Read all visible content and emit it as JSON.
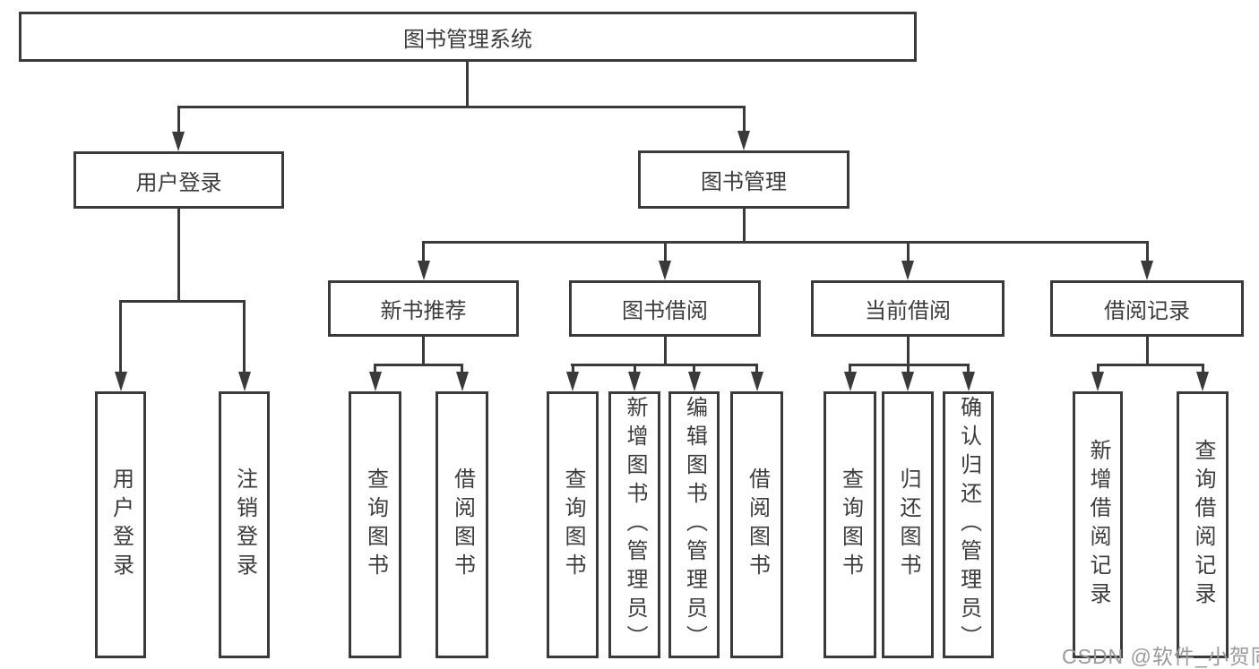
{
  "tree": {
    "root": {
      "label": "图书管理系统"
    },
    "level1": [
      {
        "label": "用户登录"
      },
      {
        "label": "图书管理"
      }
    ],
    "level2": [
      {
        "label": "新书推荐",
        "parent": "图书管理"
      },
      {
        "label": "图书借阅",
        "parent": "图书管理"
      },
      {
        "label": "当前借阅",
        "parent": "图书管理"
      },
      {
        "label": "借阅记录",
        "parent": "图书管理"
      }
    ],
    "leaves": [
      {
        "label": "用户登录",
        "parent": "用户登录"
      },
      {
        "label": "注销登录",
        "parent": "用户登录"
      },
      {
        "label": "查询图书",
        "parent": "新书推荐"
      },
      {
        "label": "借阅图书",
        "parent": "新书推荐"
      },
      {
        "label": "查询图书",
        "parent": "图书借阅"
      },
      {
        "label": "新增图书（管理员）",
        "parent": "图书借阅"
      },
      {
        "label": "编辑图书（管理员）",
        "parent": "图书借阅"
      },
      {
        "label": "借阅图书",
        "parent": "图书借阅"
      },
      {
        "label": "查询图书",
        "parent": "当前借阅"
      },
      {
        "label": "归还图书",
        "parent": "当前借阅"
      },
      {
        "label": "确认归还（管理员）",
        "parent": "当前借阅"
      },
      {
        "label": "新增借阅记录",
        "parent": "借阅记录"
      },
      {
        "label": "查询借阅记录",
        "parent": "借阅记录"
      }
    ]
  },
  "watermark": {
    "text": "CSDN @软件_小贺同学"
  },
  "colors": {
    "line": "#3a3a3a",
    "text": "#3c3c3c",
    "watermark": "#9a9a9a",
    "background": "#ffffff"
  }
}
